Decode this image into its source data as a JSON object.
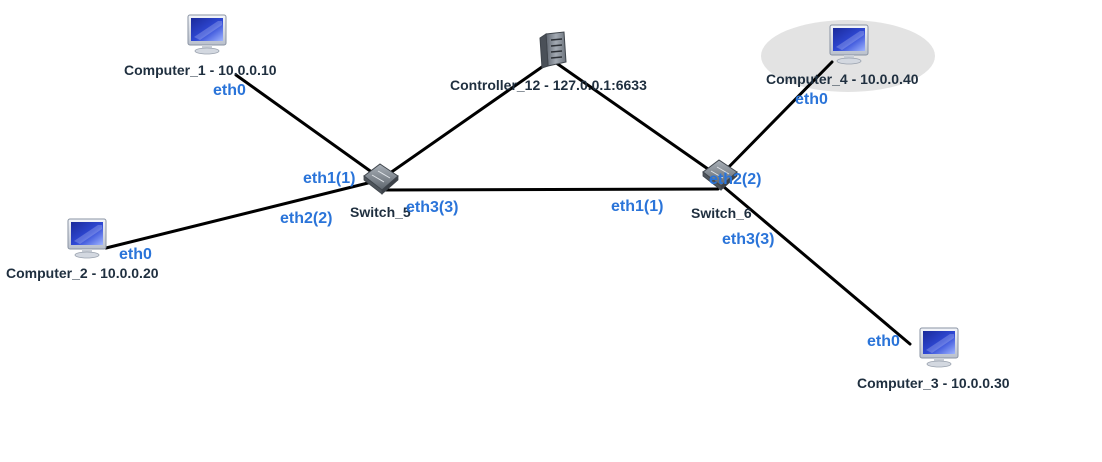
{
  "nodes": {
    "computer_1": {
      "label": "Computer_1 - 10.0.0.10",
      "icon": "computer-icon"
    },
    "computer_2": {
      "label": "Computer_2 - 10.0.0.20",
      "icon": "computer-icon"
    },
    "computer_3": {
      "label": "Computer_3 - 10.0.0.30",
      "icon": "computer-icon"
    },
    "computer_4": {
      "label": "Computer_4 - 10.0.0.40",
      "icon": "computer-icon"
    },
    "controller": {
      "label": "Controller_12 - 127.0.0.1:6633",
      "icon": "server-icon"
    },
    "switch_5": {
      "label": "Switch_5",
      "icon": "switch-icon"
    },
    "switch_6": {
      "label": "Switch_6",
      "icon": "switch-icon"
    }
  },
  "ports": {
    "c1_eth0": "eth0",
    "c2_eth0": "eth0",
    "c3_eth0": "eth0",
    "c4_eth0": "eth0",
    "s5_eth1": "eth1(1)",
    "s5_eth2": "eth2(2)",
    "s5_eth3": "eth3(3)",
    "s6_eth1": "eth1(1)",
    "s6_eth2": "eth2(2)",
    "s6_eth3": "eth3(3)"
  },
  "colors": {
    "link": "#000000",
    "port_label": "#2a74d9",
    "node_label": "#1f2f3f",
    "selection_highlight": "#e3e3e3"
  }
}
